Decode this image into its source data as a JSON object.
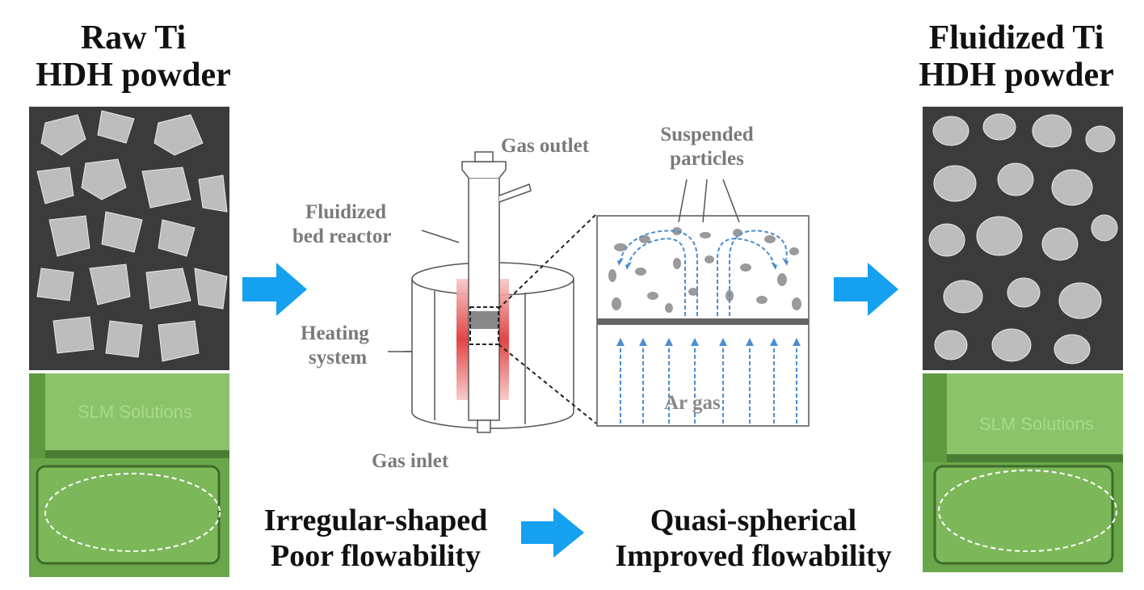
{
  "left_panel": {
    "title_line1": "Raw Ti",
    "title_line2": "HDH powder",
    "sem_image": "irregular-powder-micrograph",
    "spread_image": "spreading-test-photo",
    "spread_text": "SLM Solutions"
  },
  "right_panel": {
    "title_line1": "Fluidized Ti",
    "title_line2": "HDH powder",
    "sem_image": "quasi-spherical-powder-micrograph",
    "spread_image": "spreading-test-photo",
    "spread_text": "SLM Solutions"
  },
  "reactor": {
    "gas_outlet": "Gas outlet",
    "reactor_line1": "Fluidized",
    "reactor_line2": "bed reactor",
    "heating_line1": "Heating",
    "heating_line2": "system",
    "gas_inlet": "Gas inlet"
  },
  "detail": {
    "suspended_line1": "Suspended",
    "suspended_line2": "particles",
    "ar_gas": "Ar gas"
  },
  "bottom": {
    "before_line1": "Irregular-shaped",
    "before_line2": "Poor flowability",
    "after_line1": "Quasi-spherical",
    "after_line2": "Improved flowability"
  },
  "colors": {
    "arrow": "#15a0f0",
    "sem_bg": "#3a3a3a",
    "green_plate": "#6aa74a",
    "flow_arrow": "#4a8fd0",
    "heater_red": "#e03030"
  }
}
